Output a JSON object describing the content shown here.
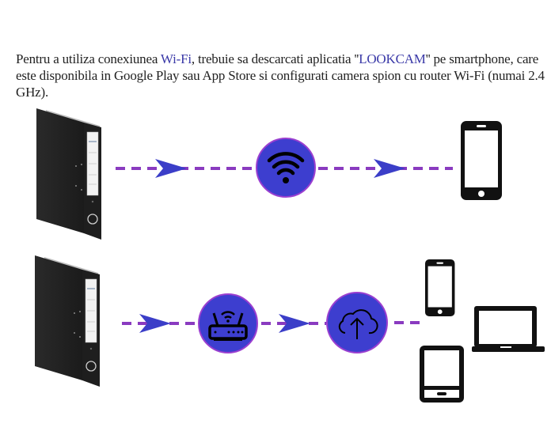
{
  "intro": {
    "part1": "Pentru a utiliza conexiunea ",
    "wifi": "Wi-Fi",
    "part2": ", trebuie sa descarcati aplicatia ''",
    "app": "LOOKCAM",
    "part3": "'' pe smartphone, care este disponibila in Google Play sau App Store si configurati camera spion cu router Wi-Fi (numai 2.4 GHz)."
  },
  "diagram": {
    "row1": {
      "source": "binder-camera",
      "hub": "wifi-icon",
      "targets": [
        "smartphone-icon"
      ]
    },
    "row2": {
      "source": "binder-camera",
      "hubs": [
        "router-icon",
        "cloud-upload-icon"
      ],
      "targets": [
        "smartphone-icon",
        "laptop-icon",
        "tablet-icon"
      ]
    }
  },
  "colors": {
    "dash": "#8a3bc0",
    "arrow": "#3b3ec8",
    "circle_fill": "#3d3ecf",
    "circle_stroke": "#9b3fd0",
    "device": "#111111",
    "highlight": "#3b3aa8"
  }
}
